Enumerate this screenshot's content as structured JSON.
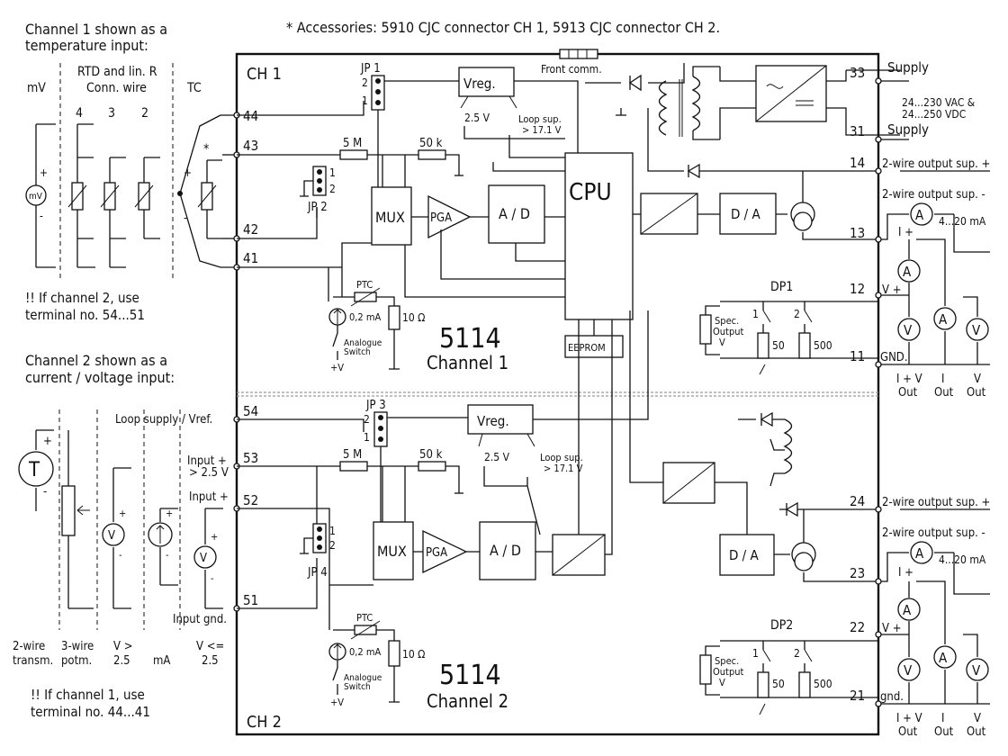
{
  "header": {
    "accessories": "* Accessories: 5910 CJC connector CH 1, 5913 CJC connector CH 2."
  },
  "left1": {
    "title1": "Channel 1 shown as a",
    "title2": "temperature input:",
    "rtd1": "RTD and lin. R",
    "rtd2": "Conn. wire",
    "mv": "mV",
    "tc": "TC",
    "w4": "4",
    "w3": "3",
    "w2": "2",
    "mv_src": "mV",
    "note1": "!! If channel 2, use",
    "note2": "terminal no. 54...51"
  },
  "left2": {
    "title1": "Channel 2 shown as a",
    "title2": "current / voltage input:",
    "t_src": "T",
    "lbl_2wire1": "2-wire",
    "lbl_2wire2": "transm.",
    "lbl_3wire1": "3-wire",
    "lbl_3wire2": "potm.",
    "lbl_v1": "V >",
    "lbl_v2": "2.5",
    "lbl_ma": "mA",
    "lbl_vl1": "V <=",
    "lbl_vl2": "2.5",
    "note1": "!! If channel 1, use",
    "note2": "terminal no. 44...41"
  },
  "ch1": {
    "label": "CH 1",
    "jp": "JP 1",
    "jp2": "JP 2",
    "t44": "44",
    "t43": "43",
    "t42": "42",
    "t41": "41",
    "r5m": "5 M",
    "r50k": "50 k",
    "mux": "MUX",
    "pga": "PGA",
    "ad": "A / D",
    "vreg": "Vreg.",
    "v25": "2.5 V",
    "loop1": "Loop sup.",
    "loop2": "> 17.1 V",
    "ptc": "PTC",
    "src": "0,2 mA",
    "r10": "10 Ω",
    "sw1": "Analogue",
    "sw2": "Switch",
    "plusv": "+V",
    "model": "5114",
    "name": "Channel 1"
  },
  "ch2": {
    "label": "CH 2",
    "jp": "JP 3",
    "jp2": "JP 4",
    "loopref": "Loop supply / Vref.",
    "inp1": "Input +",
    "inp1b": "> 2.5 V",
    "inp2": "Input +",
    "inpgnd": "Input gnd.",
    "t54": "54",
    "t53": "53",
    "t52": "52",
    "t51": "51",
    "r5m": "5 M",
    "r50k": "50 k",
    "mux": "MUX",
    "pga": "PGA",
    "ad": "A / D",
    "vreg": "Vreg.",
    "v25": "2.5 V",
    "loop1": "Loop sup.",
    "loop2": "> 17.1 V",
    "ptc": "PTC",
    "src": "0,2 mA",
    "r10": "10 Ω",
    "sw1": "Analogue",
    "sw2": "Switch",
    "plusv": "+V",
    "model": "5114",
    "name": "Channel 2"
  },
  "center": {
    "front": "Front comm.",
    "cpu": "CPU",
    "eeprom": "EEPROM",
    "da": "D / A"
  },
  "right": {
    "t33": "33",
    "supply": "Supply",
    "t31": "31",
    "volt1": "24...230 VAC &",
    "volt2": "24...250 VDC",
    "t14": "14",
    "sup14": "2-wire output sup. +",
    "sup13": "2-wire output sup. -",
    "t13": "13",
    "ma": "4...20 mA",
    "iplus": "I +",
    "t12": "12",
    "vplus": "V +",
    "dp1": "DP1",
    "spec1": "Spec.",
    "spec2": "Output",
    "spec3": "V",
    "d1": "1",
    "d2": "2",
    "r50": "50",
    "r500": "500",
    "t11": "11",
    "gnd": "GND.",
    "out1": "I + V",
    "out2": "Out",
    "out3": "I",
    "out4": "V",
    "t24": "24",
    "sup24": "2-wire output sup. +",
    "sup23": "2-wire output sup. -",
    "t23": "23",
    "t22": "22",
    "dp2": "DP2",
    "t21": "21",
    "gnd2": "gnd.",
    "meter_a": "A",
    "meter_v": "V"
  }
}
